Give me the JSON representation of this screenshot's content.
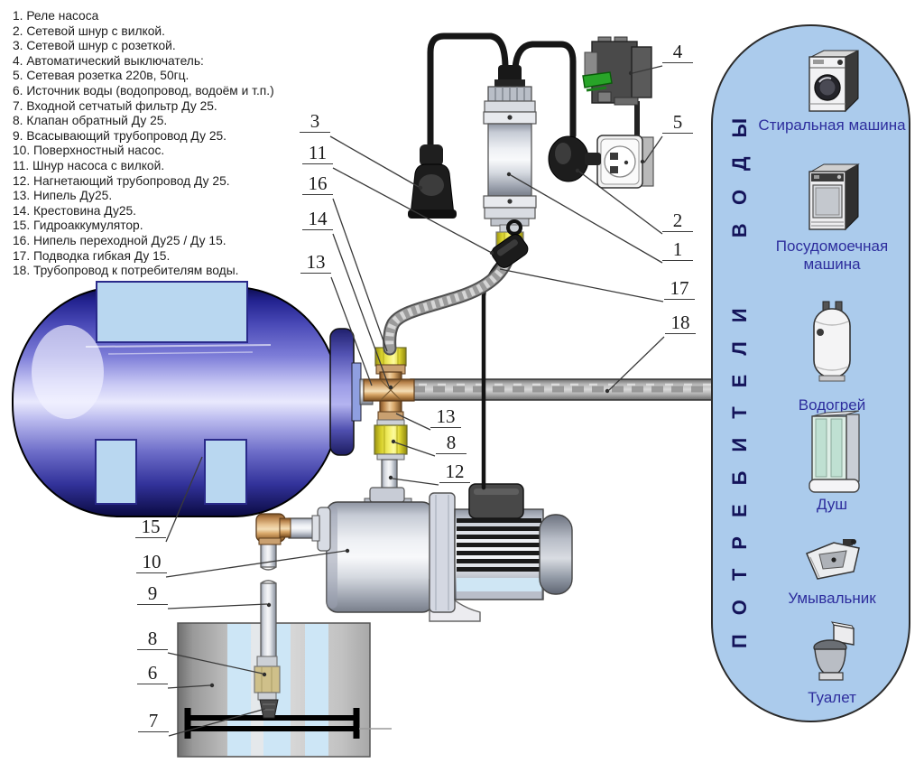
{
  "legend": {
    "items": [
      "1. Реле насоса",
      "2. Сетевой шнур с вилкой.",
      "3. Сетевой шнур с розеткой.",
      "4. Автоматический выключатель:",
      "5. Сетевая розетка 220в, 50гц.",
      "6. Источник воды (водопровод, водоём и т.п.)",
      "7. Входной сетчатый фильтр Ду 25.",
      "8. Клапан обратный Ду 25.",
      "9. Всасывающий трубопровод Ду 25.",
      "10. Поверхностный насос.",
      "11. Шнур насоса с вилкой.",
      "12. Нагнетающий трубопровод Ду 25.",
      "13. Нипель Ду25.",
      "14. Крестовина Ду25.",
      "15. Гидроаккумулятор.",
      "16. Нипель переходной Ду25 / Ду 15.",
      "17. Подводка гибкая Ду 15.",
      "18. Трубопровод к потребителям воды."
    ]
  },
  "callouts": {
    "c1": "1",
    "c2": "2",
    "c3": "3",
    "c4": "4",
    "c5": "5",
    "c6": "6",
    "c7": "7",
    "c8a": "8",
    "c8b": "8",
    "c9": "9",
    "c10": "10",
    "c11": "11",
    "c12": "12",
    "c13a": "13",
    "c13b": "13",
    "c14": "14",
    "c15": "15",
    "c16": "16",
    "c17": "17",
    "c18": "18"
  },
  "consumers": {
    "title": "ПОТРЕБИТЕЛИ ВОДЫ",
    "items": [
      {
        "label": "Стиральная машина",
        "icon": "washing-machine-icon"
      },
      {
        "label": "Посудомоечная машина",
        "icon": "dishwasher-icon"
      },
      {
        "label": "Водогрей",
        "icon": "water-heater-icon"
      },
      {
        "label": "Душ",
        "icon": "shower-icon"
      },
      {
        "label": "Умывальник",
        "icon": "sink-icon"
      },
      {
        "label": "Туалет",
        "icon": "toilet-icon"
      }
    ]
  },
  "colors": {
    "panel_fill": "#abcbec",
    "panel_border": "#2b2b2b",
    "consumer_label": "#2d2d9d",
    "title_text": "#14145a",
    "tank_blue": "#4949b6",
    "brass": "#d9a86a",
    "fitting_yellow": "#f4f06a",
    "breaker_green": "#28a428"
  }
}
